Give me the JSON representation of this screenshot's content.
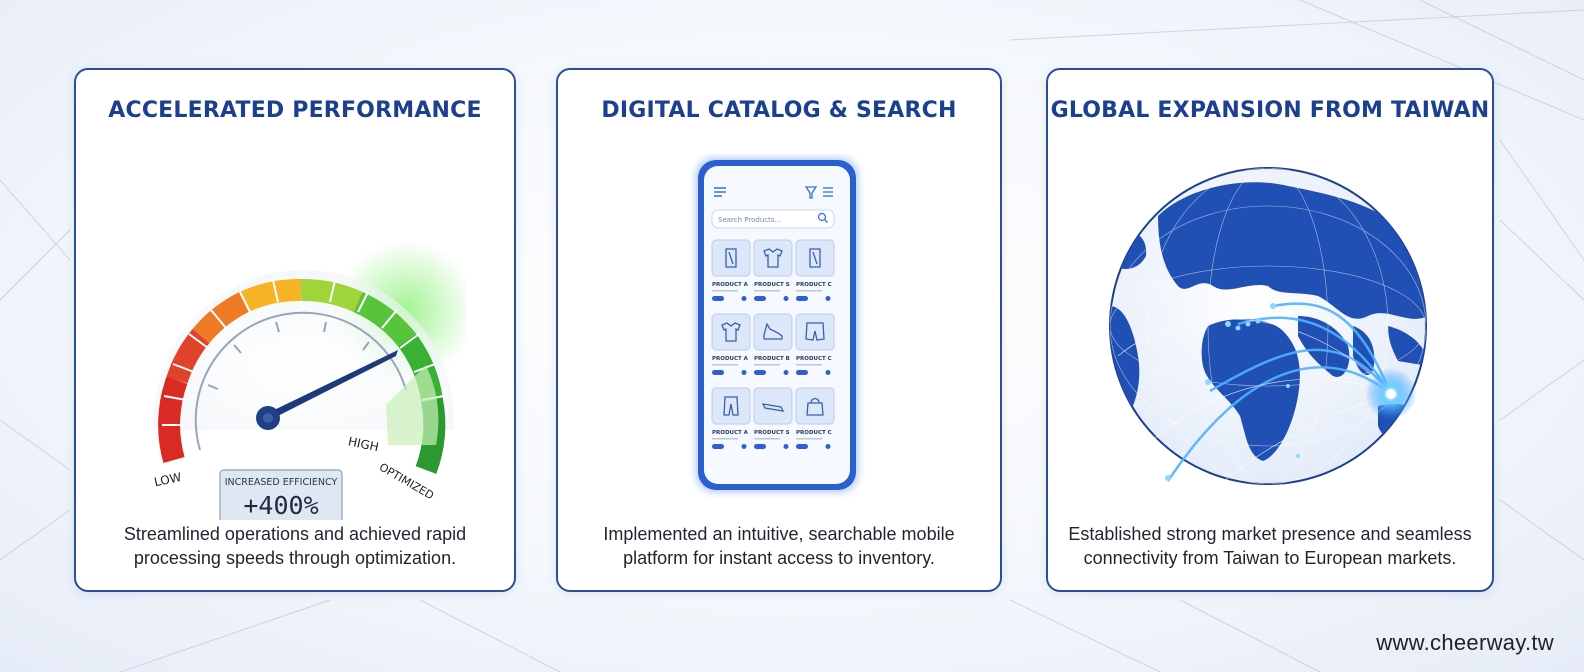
{
  "cards": [
    {
      "title": "ACCELERATED PERFORMANCE",
      "gauge": {
        "low_label": "LOW",
        "high_label": "HIGH",
        "optimized_label": "OPTIMIZED",
        "efficiency_label": "INCREASED EFFICIENCY",
        "efficiency_value": "+400%"
      },
      "text_line1": "Streamlined operations and achieved rapid",
      "text_line2": "processing speeds through optimization."
    },
    {
      "title": "DIGITAL CATALOG & SEARCH",
      "phone": {
        "search_placeholder": "Search Products...",
        "products": [
          {
            "label": "PRODUCT A",
            "icon": "phone-case-icon"
          },
          {
            "label": "PRODUCT S",
            "icon": "tshirt-icon"
          },
          {
            "label": "PRODUCT C",
            "icon": "phone-case-icon"
          },
          {
            "label": "PRODUCT A",
            "icon": "tshirt-icon"
          },
          {
            "label": "PRODUCT B",
            "icon": "shoe-icon"
          },
          {
            "label": "PRODUCT C",
            "icon": "shorts-icon"
          },
          {
            "label": "PRODUCT A",
            "icon": "pants-icon"
          },
          {
            "label": "PRODUCT S",
            "icon": "tool-icon"
          },
          {
            "label": "PRODUCT C",
            "icon": "bag-icon"
          }
        ]
      },
      "text_line1": "Implemented an intuitive, searchable mobile",
      "text_line2": "platform for instant access to inventory."
    },
    {
      "title": "GLOBAL EXPANSION FROM TAIWAN",
      "text_line1": "Established strong market presence and seamless",
      "text_line2": "connectivity from Taiwan to European markets."
    }
  ],
  "website": "www.cheerway.tw",
  "colors": {
    "primary_blue": "#1c3f91",
    "border_blue": "#2a4f9a",
    "gauge_red": "#e53a2a",
    "gauge_green": "#3cb832",
    "accent_blue": "#2f6fe0"
  }
}
